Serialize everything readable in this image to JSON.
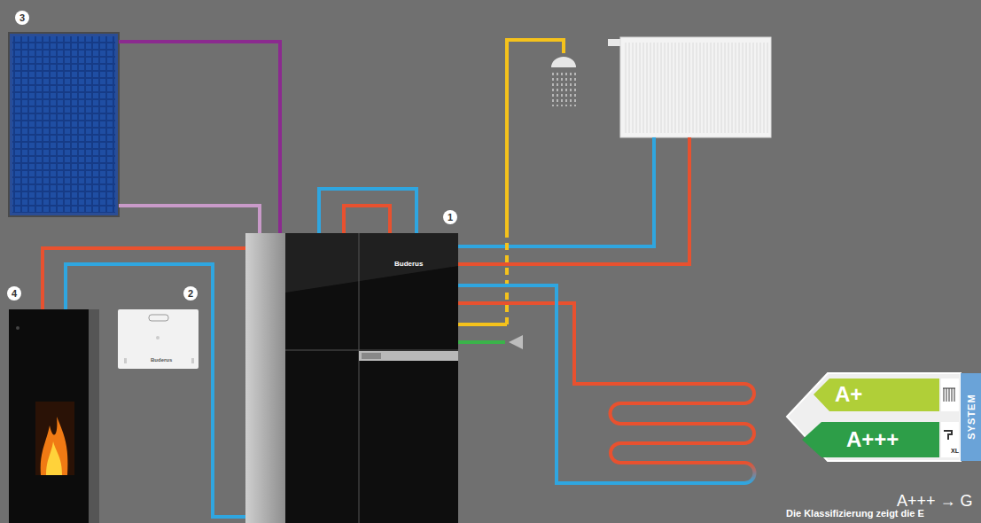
{
  "diagram": {
    "nodes": [
      {
        "text": [
          "3"
        ]
      },
      {
        "text": [
          "1",
          "Buderus"
        ]
      },
      {
        "text": [
          "4"
        ]
      },
      {
        "text": [
          "2",
          "Buderus"
        ]
      },
      {
        "text": [
          "SYSTEM"
        ]
      },
      {
        "text": [
          "A+"
        ],
        "in": 4
      },
      {
        "text": [
          "A+++",
          "XL"
        ],
        "in": 4
      }
    ],
    "edges": [
      {
        "from": 0,
        "to": 1,
        "arrow": "none"
      },
      {
        "from": 0,
        "to": 1,
        "arrow": "none"
      },
      {
        "from": 2,
        "to": 1,
        "arrow": "none"
      },
      {
        "from": 2,
        "to": 1,
        "arrow": "none"
      }
    ],
    "labels": [
      "A+++ → G",
      "Die Klassifizierung zeigt die E"
    ]
  }
}
